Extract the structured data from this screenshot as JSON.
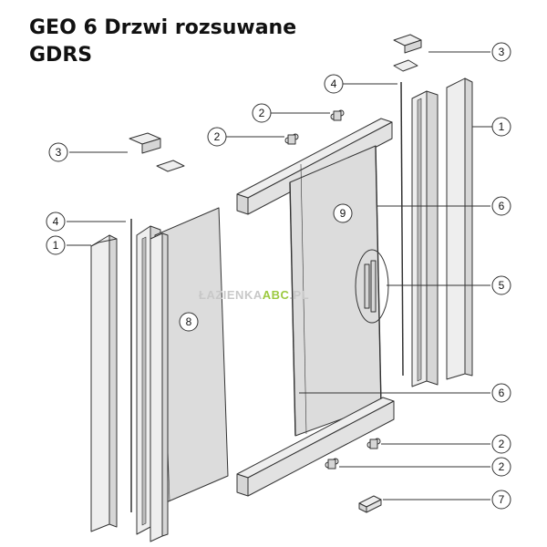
{
  "title": {
    "line1": "GEO 6 Drzwi rozsuwane",
    "line2": "GDRS"
  },
  "watermark": {
    "prefix": "ŁAZIENKA",
    "accent": "ABC",
    "suffix": ".PL"
  },
  "callouts": [
    "3",
    "4",
    "2",
    "2",
    "3",
    "4",
    "1",
    "1",
    "6",
    "9",
    "8",
    "5",
    "6",
    "2",
    "2",
    "7"
  ],
  "colors": {
    "outline": "#333333",
    "profile_fill": "#eeeeee",
    "profile_shade": "#d6d6d6",
    "glass_fill": "#dcdcdc",
    "watermark_accent": "#9cc93f"
  }
}
